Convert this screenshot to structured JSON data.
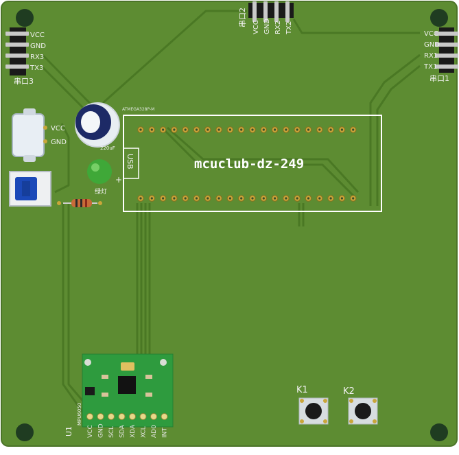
{
  "board": {
    "title": "mcuclub-dz-249",
    "colors": {
      "pcb": "#5d8c32",
      "trace": "#4d7a26",
      "silk": "#ffffff",
      "pad": "#c9a63a",
      "mpu_board": "#2e9b3e"
    }
  },
  "mcu": {
    "usb_label": "USB",
    "header_text": "ATMEGA328P-M"
  },
  "connectors": {
    "uart3": {
      "name": "串口3",
      "pins": [
        "VCC",
        "GND",
        "RX3",
        "TX3"
      ]
    },
    "uart2": {
      "name": "串口2",
      "pins": [
        "VCC",
        "GND",
        "RX2",
        "TX2"
      ]
    },
    "uart1": {
      "name": "串口1",
      "pins": [
        "VCC",
        "GND",
        "RX1",
        "TX1"
      ]
    },
    "power": {
      "pins": [
        "VCC",
        "GND"
      ]
    }
  },
  "capacitor": {
    "label": "220uF"
  },
  "led": {
    "label": "绿灯",
    "polarity": "+"
  },
  "mpu": {
    "ref": "U1",
    "name": "MPU6050",
    "pins": [
      "VCC",
      "GND",
      "SCL",
      "SDA",
      "XDA",
      "XCL",
      "AD0",
      "INT"
    ]
  },
  "buttons": [
    {
      "label": "K1"
    },
    {
      "label": "K2"
    }
  ]
}
